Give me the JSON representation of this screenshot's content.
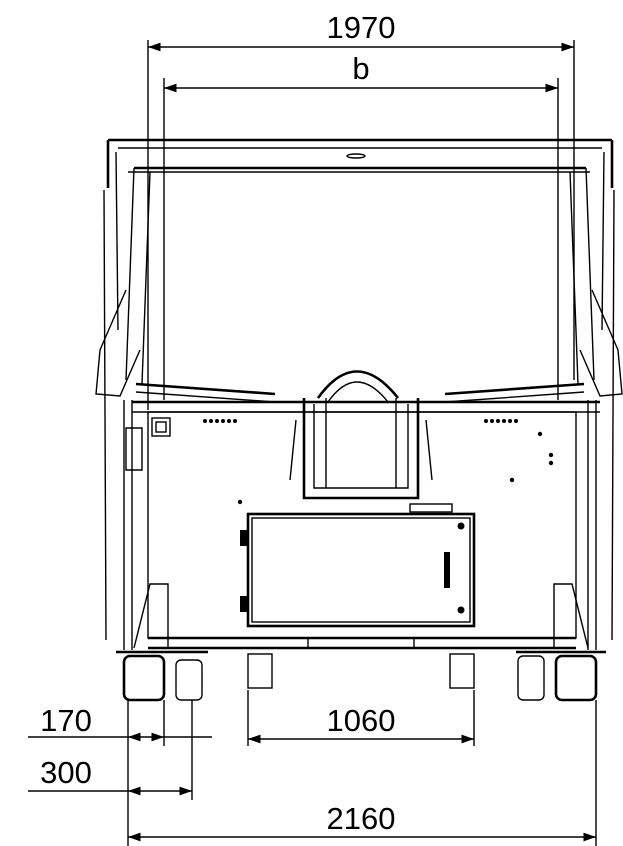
{
  "dimensions": {
    "top_overall": "1970",
    "top_inner": "b",
    "left_small": "170",
    "left_wheel": "300",
    "wheel_gap": "1060",
    "bottom_overall": "2160"
  }
}
